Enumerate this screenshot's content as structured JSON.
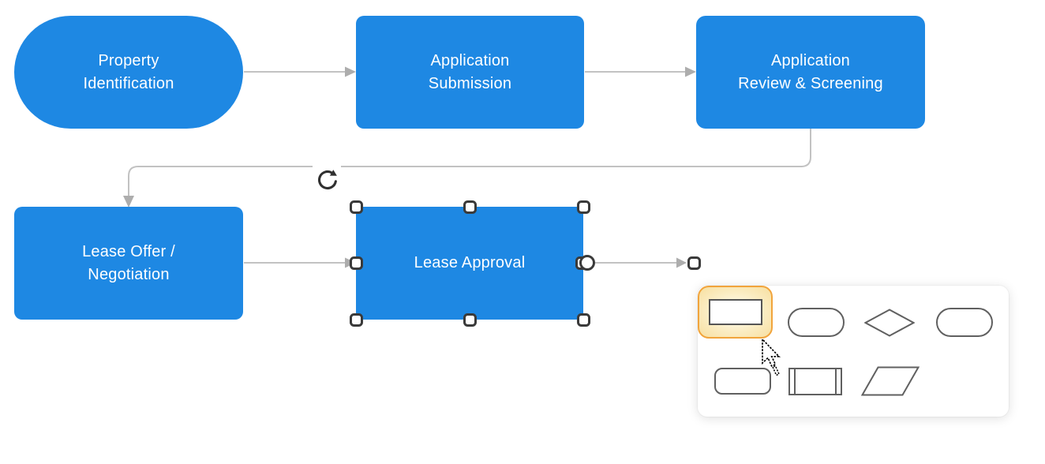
{
  "app": {
    "type": "flowchart-editor-canvas",
    "background_color": "#FFFFFF"
  },
  "palette": {
    "node_fill": "#1E88E3",
    "node_text_color": "#FFFFFF",
    "connector_color": "#C2C2C2",
    "arrowhead_color": "#ADADAD",
    "selection_handle_border": "#3A3A3A",
    "selection_handle_fill": "#FFFFFF",
    "rotation_handle_color": "#303030",
    "shape_picker_highlight_border": "#F1A43C",
    "shape_picker_highlight_glow": "#F8DFA0",
    "shape_glyph_stroke": "#606060",
    "popup_background": "#FFFFFF"
  },
  "diagram": {
    "nodes": [
      {
        "id": "property-identification",
        "shape": "stadium",
        "label": "Property\nIdentification"
      },
      {
        "id": "application-submission",
        "shape": "rounded-rectangle",
        "label": "Application\nSubmission"
      },
      {
        "id": "application-review-screening",
        "shape": "rounded-rectangle",
        "label": "Application\nReview & Screening"
      },
      {
        "id": "lease-offer-negotiation",
        "shape": "rounded-rectangle",
        "label": "Lease Offer /\nNegotiation"
      },
      {
        "id": "lease-approval",
        "shape": "rectangle",
        "label": "Lease Approval",
        "selected": true
      }
    ],
    "connectors": [
      {
        "from": "property-identification",
        "to": "application-submission",
        "style": "straight-arrow"
      },
      {
        "from": "application-submission",
        "to": "application-review-screening",
        "style": "straight-arrow"
      },
      {
        "from": "application-review-screening",
        "to": "lease-offer-negotiation",
        "style": "orthogonal-rounded-arrow"
      },
      {
        "from": "lease-offer-negotiation",
        "to": "lease-approval",
        "style": "straight-arrow"
      },
      {
        "from": "lease-approval",
        "to": "pending-new-shape",
        "style": "straight-arrow",
        "state": "being-drawn"
      }
    ],
    "selection": {
      "selected_node_label": "Lease Approval",
      "resize_handle_count": 8,
      "has_rotation_handle": true,
      "has_connection_point_circle": true
    }
  },
  "shape_picker": {
    "rows": [
      [
        {
          "name": "rectangle",
          "highlighted": true
        },
        {
          "name": "terminator"
        },
        {
          "name": "decision-diamond"
        },
        {
          "name": "terminator"
        }
      ],
      [
        {
          "name": "rounded-rectangle"
        },
        {
          "name": "predefined-process"
        },
        {
          "name": "parallelogram"
        }
      ]
    ]
  },
  "cursor": {
    "type": "arrow-pointer",
    "state": "hovering-rectangle-option"
  }
}
